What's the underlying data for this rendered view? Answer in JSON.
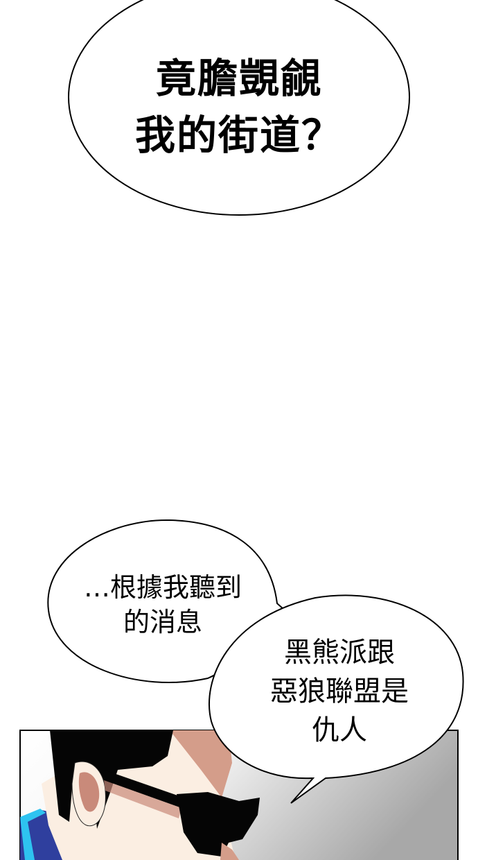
{
  "page": {
    "type": "webtoon-comic-strip",
    "background": "#ffffff"
  },
  "bubbles": [
    {
      "id": "bubble-top",
      "style": "shout-bold",
      "lines": [
        "竟膽覬覦",
        "我的街道？"
      ]
    },
    {
      "id": "bubble-left",
      "style": "normal",
      "lines": [
        "…根據我聽到",
        "的消息"
      ]
    },
    {
      "id": "bubble-right",
      "style": "normal",
      "lines": [
        "黑熊派跟",
        "惡狼聯盟是",
        "仇人"
      ]
    }
  ],
  "panel": {
    "description": "Man with black hair and black sunglasses, side profile",
    "colors": {
      "hair": "#050505",
      "skin": "#fbeee2",
      "skin_shadow": "#d49d8a",
      "ear_inner": "#c98a7a",
      "sunglasses": "#050505",
      "collar_blue": "#2f3f9e",
      "collar_cyan": "#2ec3f0",
      "bg_gradient_start": "#ffffff",
      "bg_gradient_end": "#a9a9a9",
      "border": "#000000"
    }
  }
}
